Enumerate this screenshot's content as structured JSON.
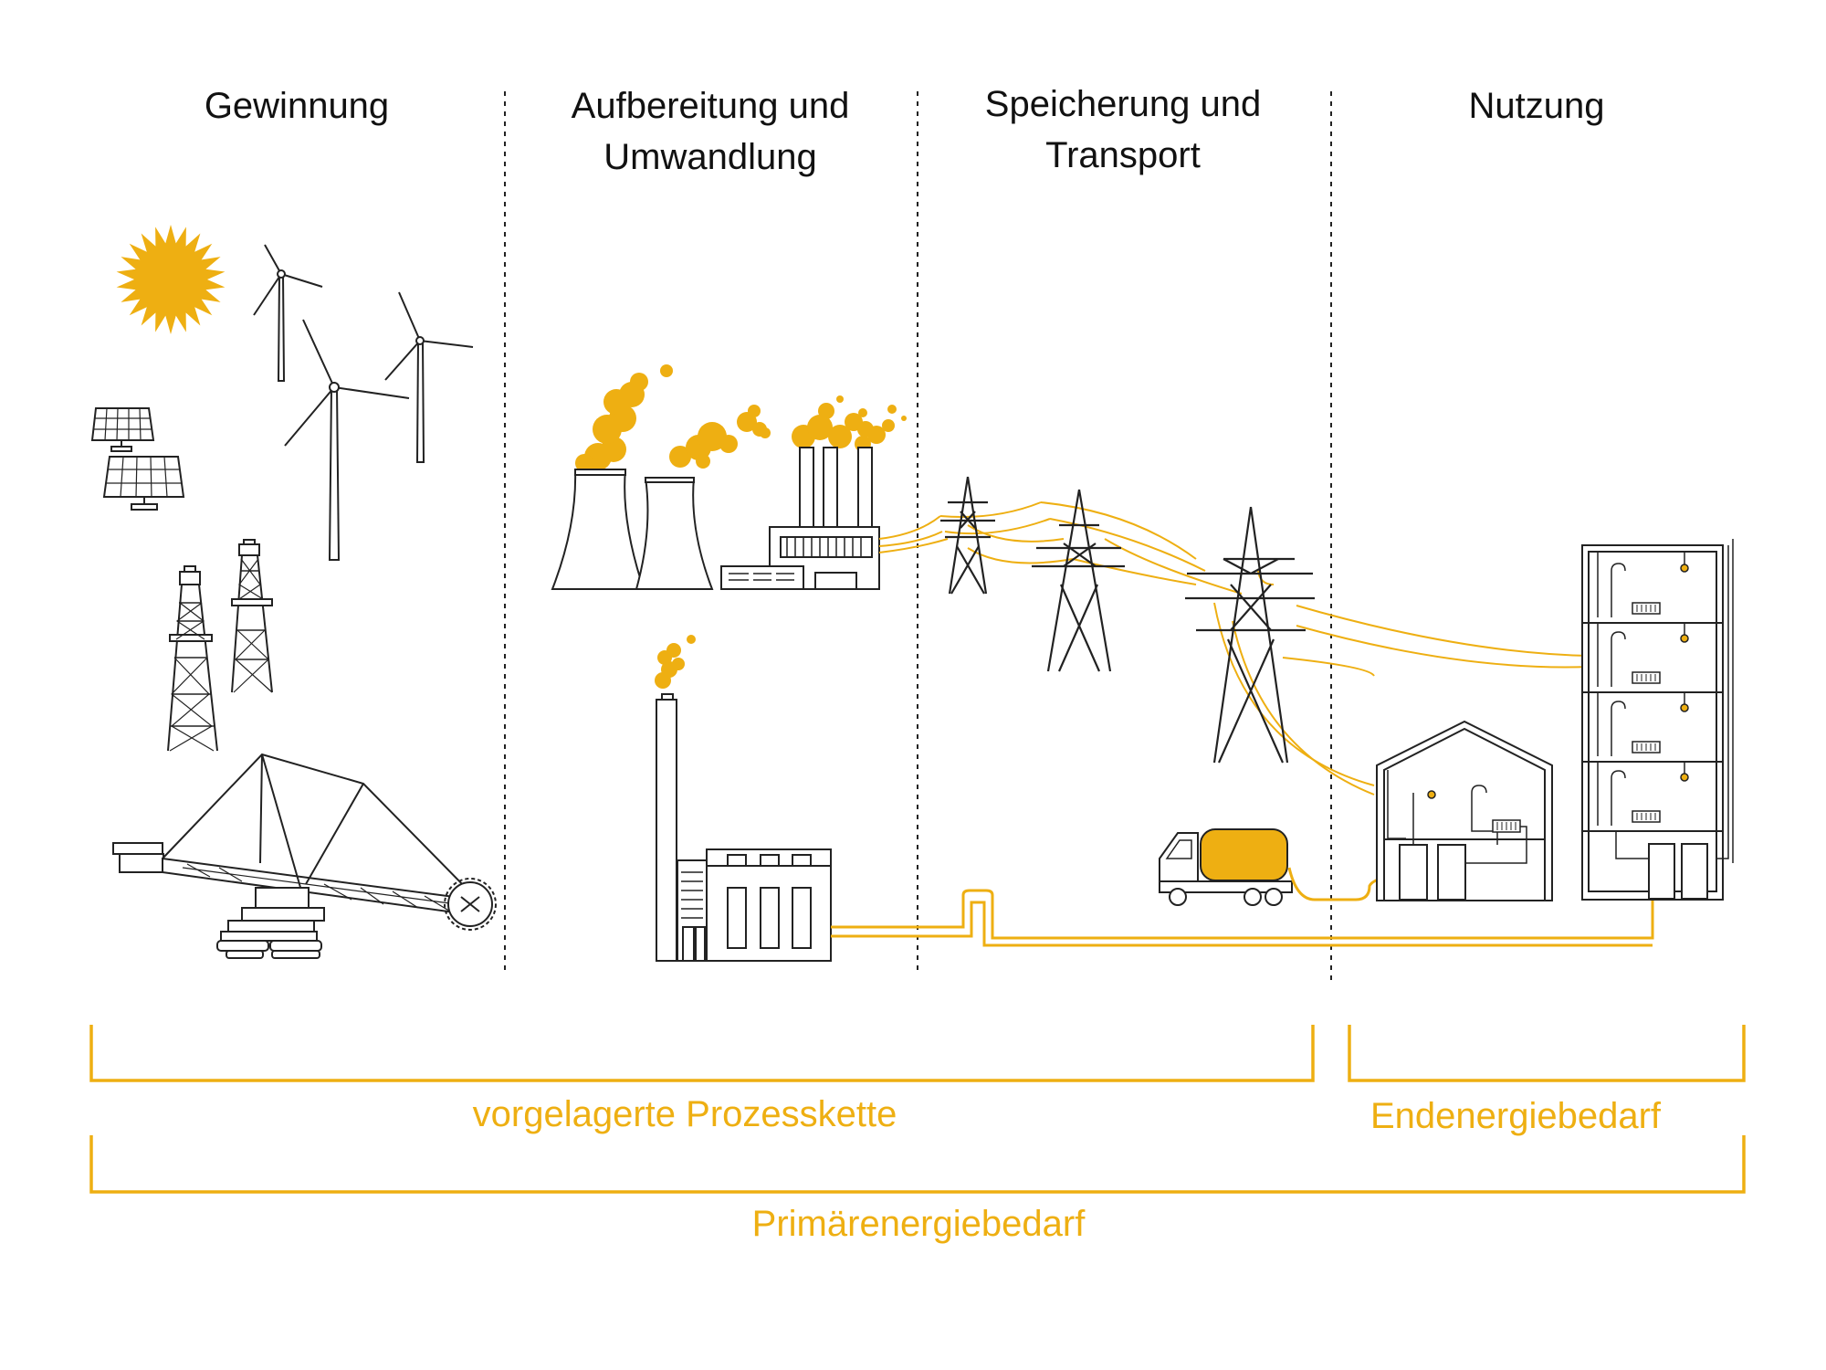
{
  "stages": [
    {
      "line1": "Gewinnung",
      "line2": ""
    },
    {
      "line1": "Aufbereitung und",
      "line2": "Umwandlung"
    },
    {
      "line1": "Speicherung und",
      "line2": "Transport"
    },
    {
      "line1": "Nutzung",
      "line2": ""
    }
  ],
  "brackets": {
    "upstream": "vorgelagerte Prozesskette",
    "final": "Endenergiebedarf",
    "primary": "Primärenergiebedarf"
  },
  "colors": {
    "accent": "#eeaf12",
    "line": "#222222",
    "text": "#111111"
  },
  "icons": [
    "sun-icon",
    "wind-turbine-icon",
    "solar-panel-icon",
    "oil-derrick-icon",
    "bucket-wheel-excavator-icon",
    "cooling-tower-icon",
    "power-plant-icon",
    "chimney-plant-icon",
    "power-pylon-icon",
    "tanker-truck-icon",
    "house-icon",
    "apartment-building-icon"
  ]
}
